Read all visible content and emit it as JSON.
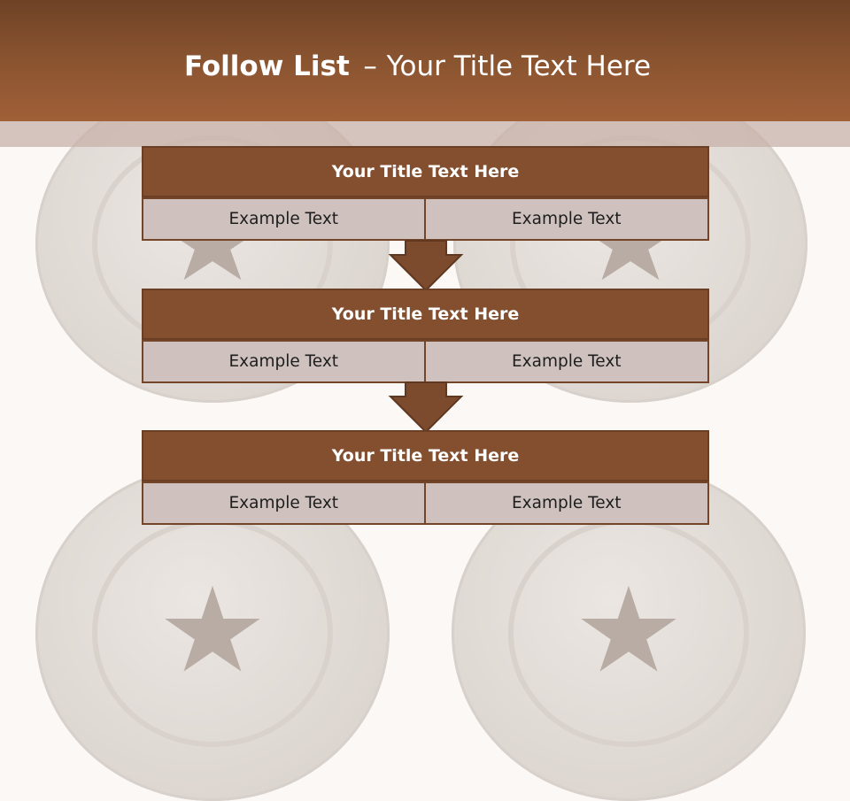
{
  "slide": {
    "title_bold": "Follow List",
    "title_dash": "–",
    "title_rest": "Your Title Text Here"
  },
  "colors": {
    "banner": "#8a5430",
    "block_title": "#834f2f",
    "cell": "#cfc2be",
    "arrow": "#7c4a2c"
  },
  "blocks": [
    {
      "title": "Your Title Text Here",
      "cells": [
        "Example Text",
        "Example Text"
      ]
    },
    {
      "title": "Your Title Text Here",
      "cells": [
        "Example Text",
        "Example Text"
      ]
    },
    {
      "title": "Your Title Text Here",
      "cells": [
        "Example Text",
        "Example Text"
      ]
    }
  ],
  "connectors": [
    "arrow-down-icon",
    "arrow-down-icon"
  ]
}
